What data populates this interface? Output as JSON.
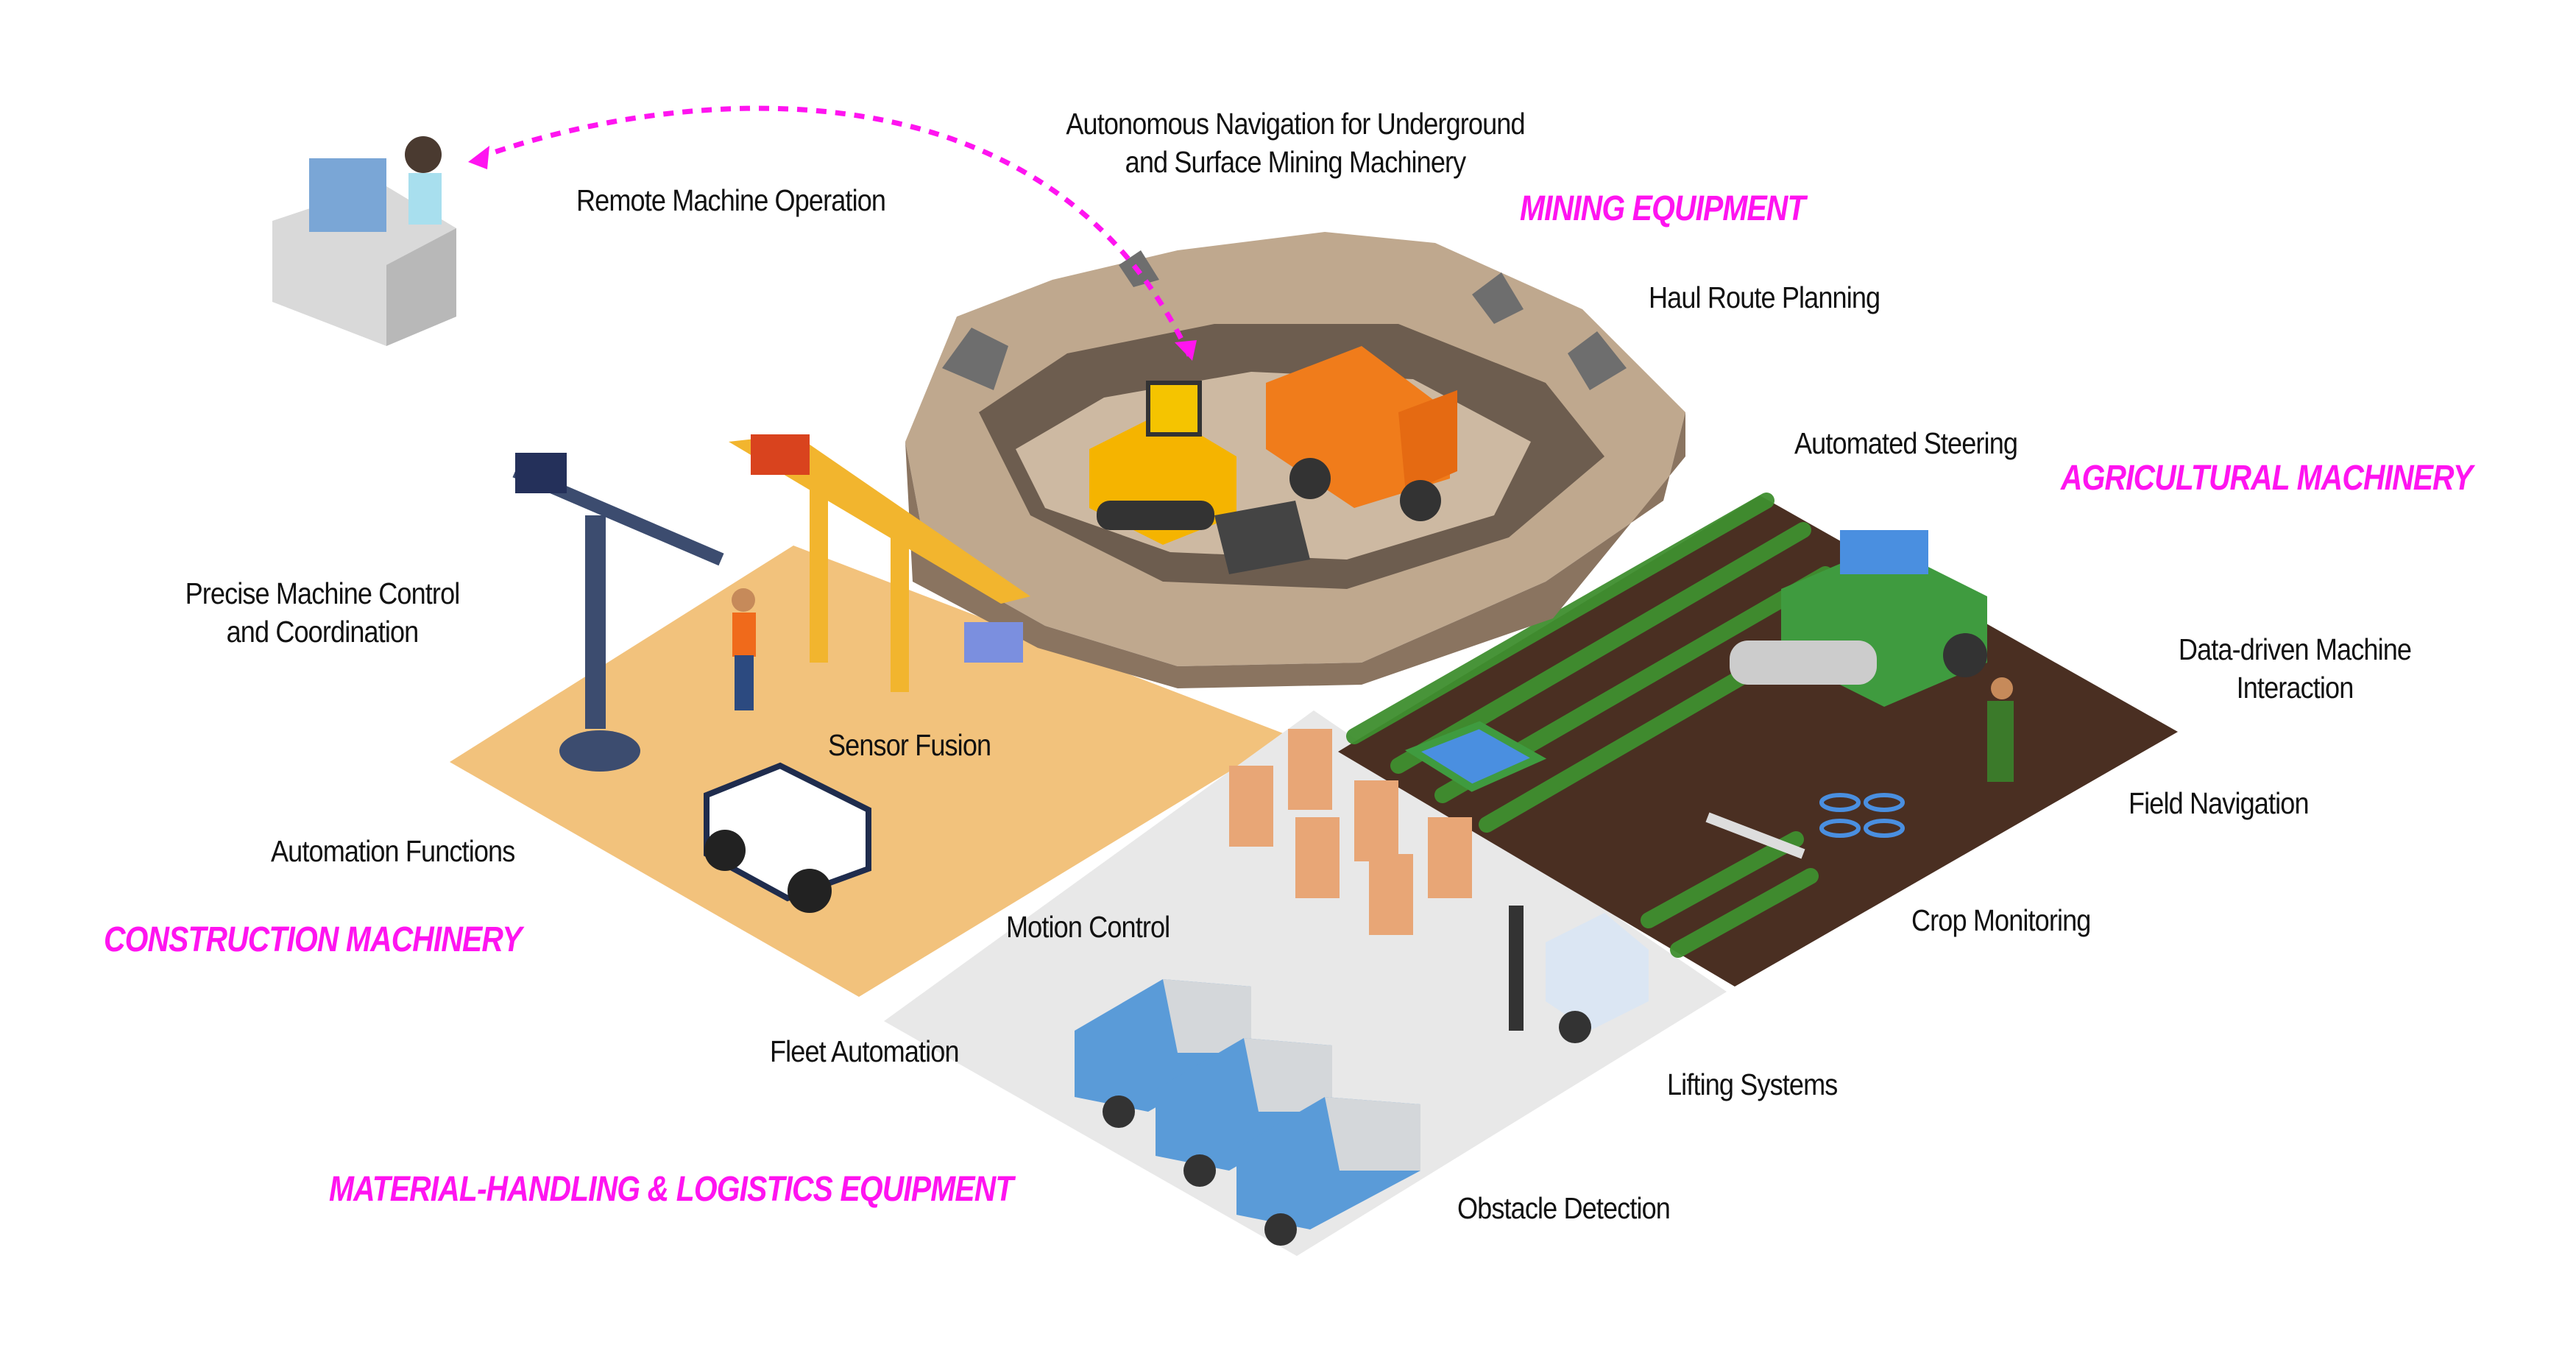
{
  "categories": {
    "mining": "MINING EQUIPMENT",
    "agricultural": "AGRICULTURAL MACHINERY",
    "construction": "CONSTRUCTION MACHINERY",
    "logistics": "MATERIAL-HANDLING & LOGISTICS EQUIPMENT"
  },
  "labels": {
    "autonomous_nav_line1": "Autonomous Navigation for Underground",
    "autonomous_nav_line2": "and Surface Mining Machinery",
    "remote_operation": "Remote Machine Operation",
    "haul_route": "Haul Route Planning",
    "automated_steering": "Automated Steering",
    "precise_control_line1": "Precise Machine Control",
    "precise_control_line2": "and Coordination",
    "data_driven_line1": "Data-driven Machine",
    "data_driven_line2": "Interaction",
    "sensor_fusion": "Sensor Fusion",
    "field_navigation": "Field Navigation",
    "automation_functions": "Automation Functions",
    "crop_monitoring": "Crop Monitoring",
    "motion_control": "Motion Control",
    "fleet_automation": "Fleet Automation",
    "lifting_systems": "Lifting Systems",
    "obstacle_detection": "Obstacle Detection"
  },
  "colors": {
    "accent": "#ff14f0",
    "sand": "#f2c27c",
    "logistics_floor": "#e8e8e8",
    "soil": "#4a2f22",
    "mine": "#bfa88e"
  }
}
